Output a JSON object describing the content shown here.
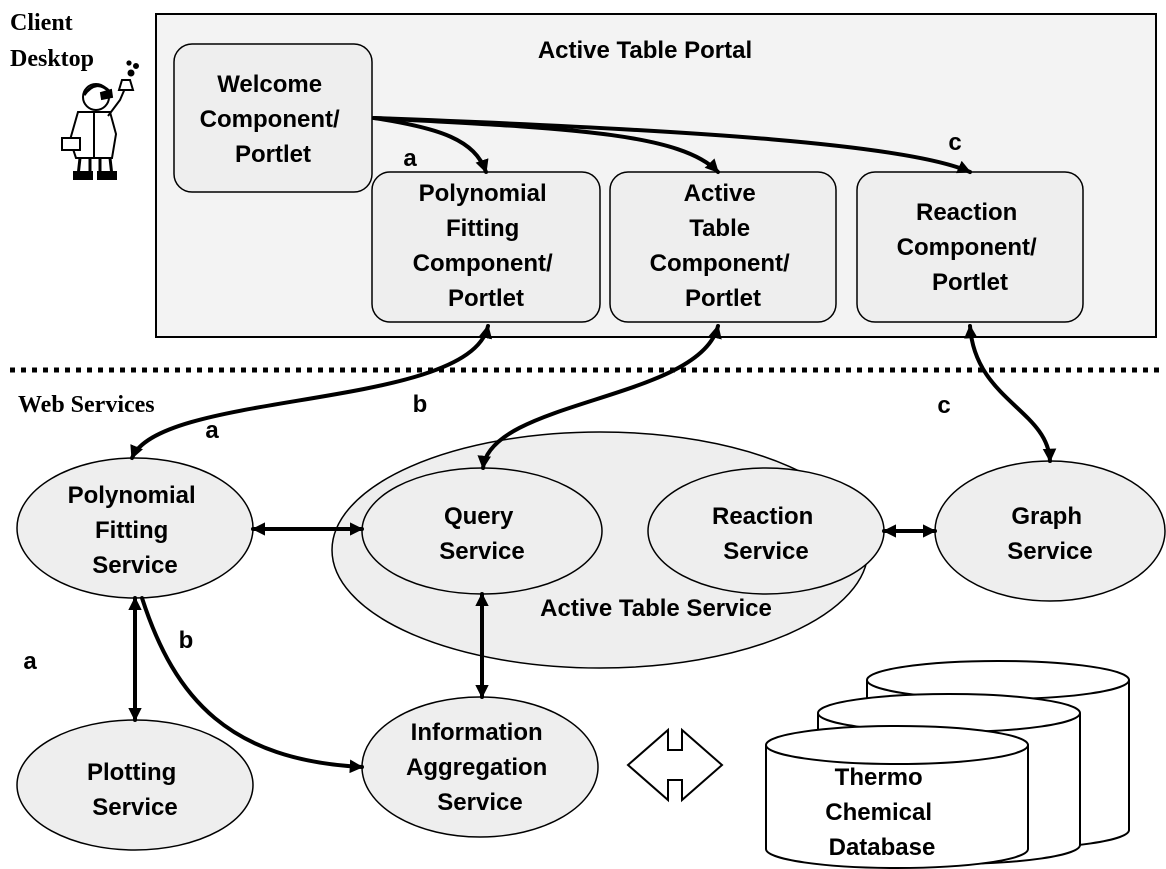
{
  "client": {
    "line1": "Client",
    "line2": "Desktop"
  },
  "portal": {
    "title": "Active Table Portal"
  },
  "components": {
    "welcome": [
      "Welcome",
      "Component/",
      "Portlet"
    ],
    "polynomial": [
      "Polynomial",
      "Fitting",
      "Component/",
      "Portlet"
    ],
    "active_table": [
      "Active",
      "Table",
      "Component/",
      "Portlet"
    ],
    "reaction": [
      "Reaction",
      "Component/",
      "Portlet"
    ]
  },
  "web_services_label": "Web Services",
  "services": {
    "polynomial_fitting": [
      "Polynomial",
      "Fitting",
      "Service"
    ],
    "query": [
      "Query",
      "Service"
    ],
    "reaction": [
      "Reaction",
      "Service"
    ],
    "graph": [
      "Graph",
      "Service"
    ],
    "active_table": "Active Table Service",
    "plotting": [
      "Plotting",
      "Service"
    ],
    "information_aggregation": [
      "Information",
      "Aggregation",
      "Service"
    ]
  },
  "database": [
    "Thermo",
    "Chemical",
    "Database"
  ],
  "flow_labels": {
    "a_portal": "a",
    "c_portal": "c",
    "b_web": "b",
    "a_web": "a",
    "c_web": "c",
    "a_left": "a",
    "b_left": "b"
  },
  "colors": {
    "box_fill": "#eeeeee",
    "portal_fill": "#f3f3f3",
    "stroke": "#000000"
  }
}
